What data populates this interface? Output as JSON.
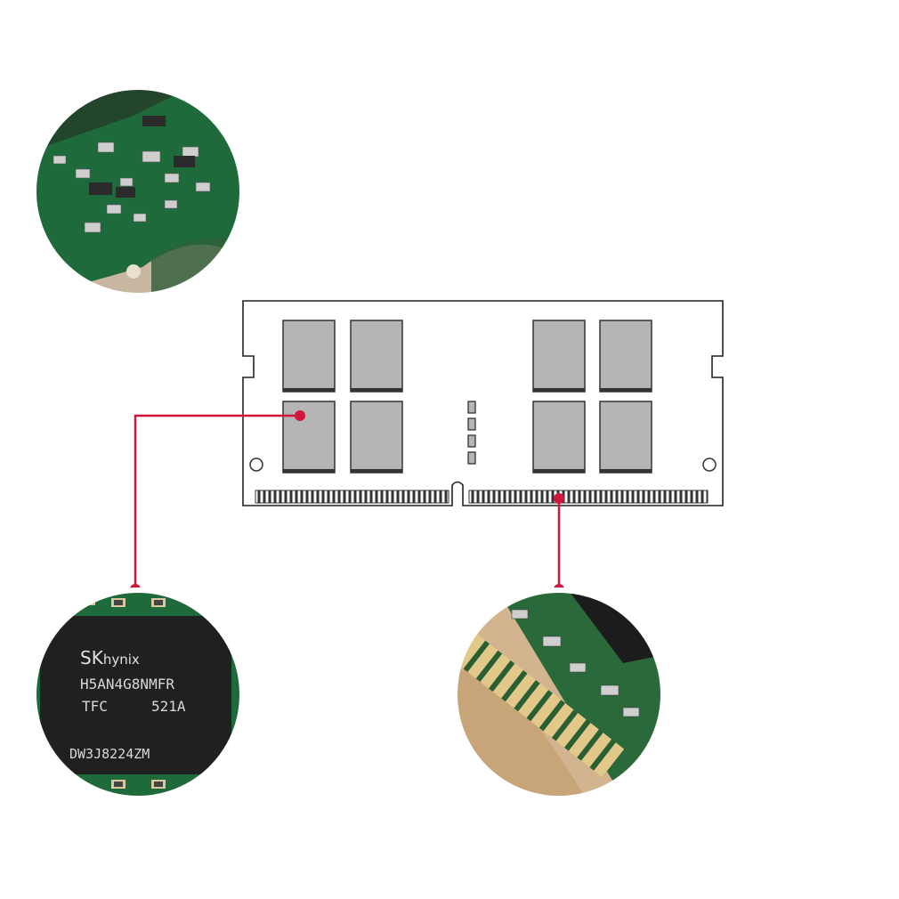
{
  "colors": {
    "background": "#ffffff",
    "module_outline": "#222222",
    "chip_fill": "#b5b5b5",
    "chip_edge": "#333333",
    "callout_line": "#d0163a",
    "pcb_green": "#1f6a3a",
    "circle_border": "#ffffff"
  },
  "chip_marking": {
    "brand_prefix": "SK",
    "brand_suffix": "hynix",
    "part_number": "H5AN4G8NMFR",
    "grade": "TFC",
    "date_code": "521A",
    "lot_code": "DW3J8224ZM"
  }
}
